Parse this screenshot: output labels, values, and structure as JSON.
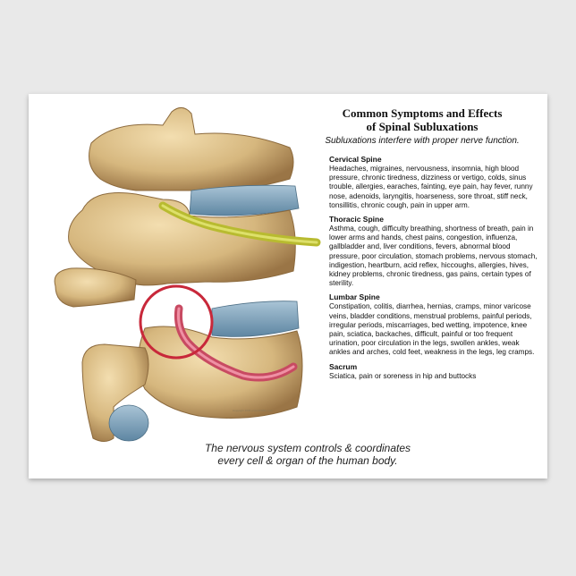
{
  "poster": {
    "title_line1": "Common Symptoms and Effects",
    "title_line2": "of Spinal Subluxations",
    "subtitle": "Subluxations interfere with proper nerve function.",
    "sections": [
      {
        "heading": "Cervical Spine",
        "body": "Headaches, migraines, nervousness, insomnia, high blood pressure, chronic tiredness, dizziness or vertigo, colds, sinus trouble, allergies, earaches, fainting, eye pain, hay fever, runny nose, adenoids, laryngitis, hoarseness, sore throat, stiff neck, tonsillitis, chronic cough, pain in upper arm."
      },
      {
        "heading": "Thoracic Spine",
        "body": "Asthma, cough, difficulty breathing, shortness of breath, pain in lower arms and hands, chest pains, congestion, influenza, gallbladder and, liver conditions, fevers, abnormal blood pressure, poor circulation, stomach problems, nervous stomach, indigestion, heartburn, acid reflex, hiccoughs, allergies, hives, kidney problems, chronic tiredness, gas pains, certain types of sterility."
      },
      {
        "heading": "Lumbar Spine",
        "body": "Constipation, colitis, diarrhea, hernias, cramps, minor varicose veins, bladder conditions, menstrual problems, painful periods, irregular periods, miscarriages, bed wetting, impotence, knee pain, sciatica, backaches, difficult, painful or too frequent urination, poor circulation in the legs, swollen ankles, weak ankles and arches, cold feet, weakness in the legs, leg cramps."
      },
      {
        "heading": "Sacrum",
        "body": "Sciatica, pain or soreness in hip and buttocks"
      }
    ],
    "footer_line1": "The nervous system controls & coordinates",
    "footer_line2": "every cell & organ of the human body.",
    "copyright": "Copyright 2005 www.RNMEx.com"
  },
  "colors": {
    "background": "#e9e9e9",
    "poster": "#ffffff",
    "bone": "#d6b77e",
    "disc": "#7fa3bb",
    "nerve_healthy": "#c3c63e",
    "nerve_pinched": "#d9627a",
    "highlight_circle": "#c8283a"
  },
  "icons": [
    "spine-vertebrae-illustration",
    "highlight-circle"
  ]
}
